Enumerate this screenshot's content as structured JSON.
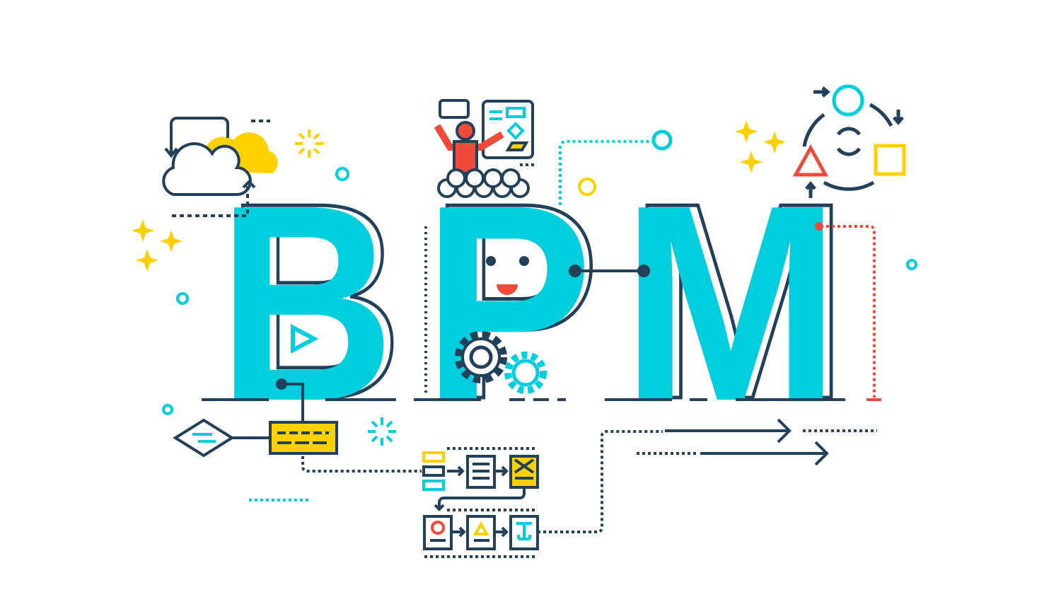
{
  "illustration": {
    "letters": [
      "B",
      "P",
      "M"
    ],
    "colors": {
      "cyan": "#00CEDC",
      "navy": "#23405A",
      "yellow": "#FFD000",
      "red": "#F04B3A",
      "white": "#FFFFFF"
    },
    "icons": [
      "cloud-icon",
      "presenter-icon",
      "cycle-icon",
      "gear-icon",
      "play-icon",
      "flowchart-icon",
      "arrow-icon",
      "sparkle-icon"
    ]
  }
}
